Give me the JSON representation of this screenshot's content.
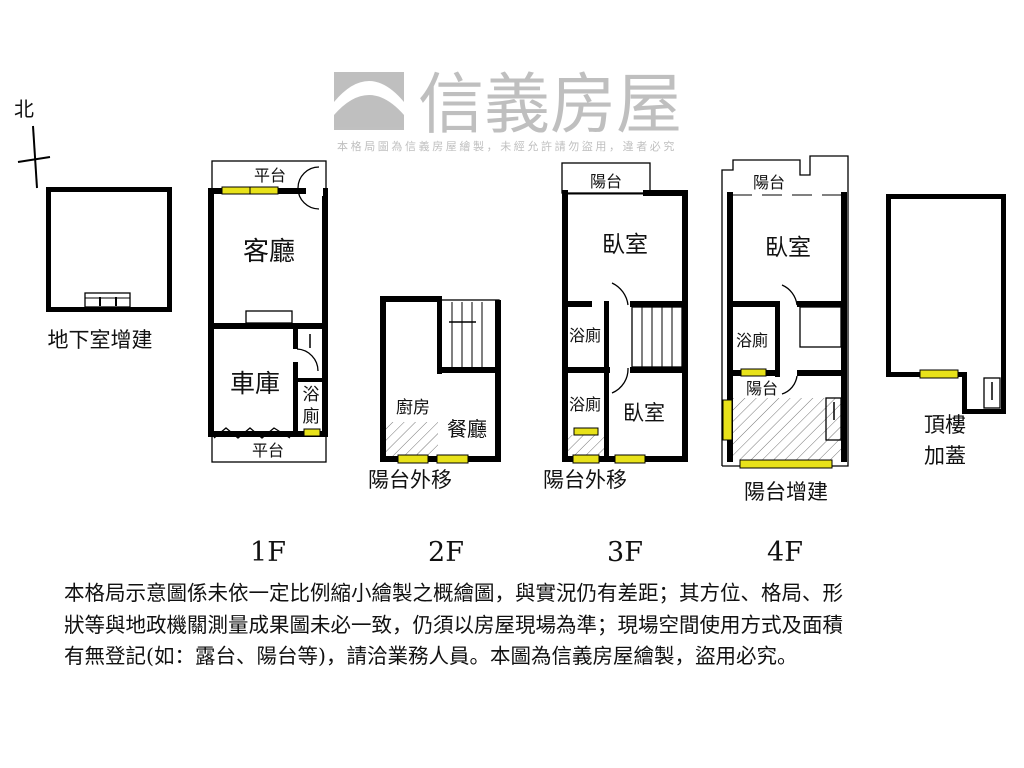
{
  "compass": {
    "north_label": "北"
  },
  "floors": {
    "basement": {
      "caption": "地下室增建"
    },
    "f1": {
      "label": "1F",
      "rooms": {
        "platform_top": "平台",
        "living": "客廳",
        "garage": "車庫",
        "bath_1": "浴",
        "bath_2": "廁",
        "platform_bottom": "平台"
      }
    },
    "f2": {
      "label": "2F",
      "rooms": {
        "kitchen": "廚房",
        "dining": "餐廳"
      },
      "caption": "陽台外移"
    },
    "f3": {
      "label": "3F",
      "rooms": {
        "balcony": "陽台",
        "bedroom_1": "臥室",
        "bath_1": "浴廁",
        "bath_2": "浴廁",
        "bedroom_2": "臥室"
      },
      "caption": "陽台外移"
    },
    "f4": {
      "label": "4F",
      "rooms": {
        "balcony_top": "陽台",
        "bedroom": "臥室",
        "bath": "浴廁",
        "balcony": "陽台"
      },
      "caption": "陽台增建"
    },
    "roof": {
      "caption_1": "頂樓",
      "caption_2": "加蓋"
    }
  },
  "watermark": {
    "brand": "信義房屋",
    "notice": "本格局圖為信義房屋繪製，未經允許請勿盜用，違者必究"
  },
  "disclaimer": {
    "line_1": "本格局示意圖係未依一定比例縮小繪製之概繪圖，與實況仍有差距；其方位、格局、形",
    "line_2": "狀等與地政機關測量成果圖未必一致，仍須以房屋現場為準；現場空間使用方式及面積",
    "line_3": "有無登記(如：露台、陽台等)，請洽業務人員。本圖為信義房屋繪製，盜用必究。"
  },
  "colors": {
    "window": "#e8e21a",
    "wall": "#000000",
    "watermark": "#8c8c8c"
  }
}
